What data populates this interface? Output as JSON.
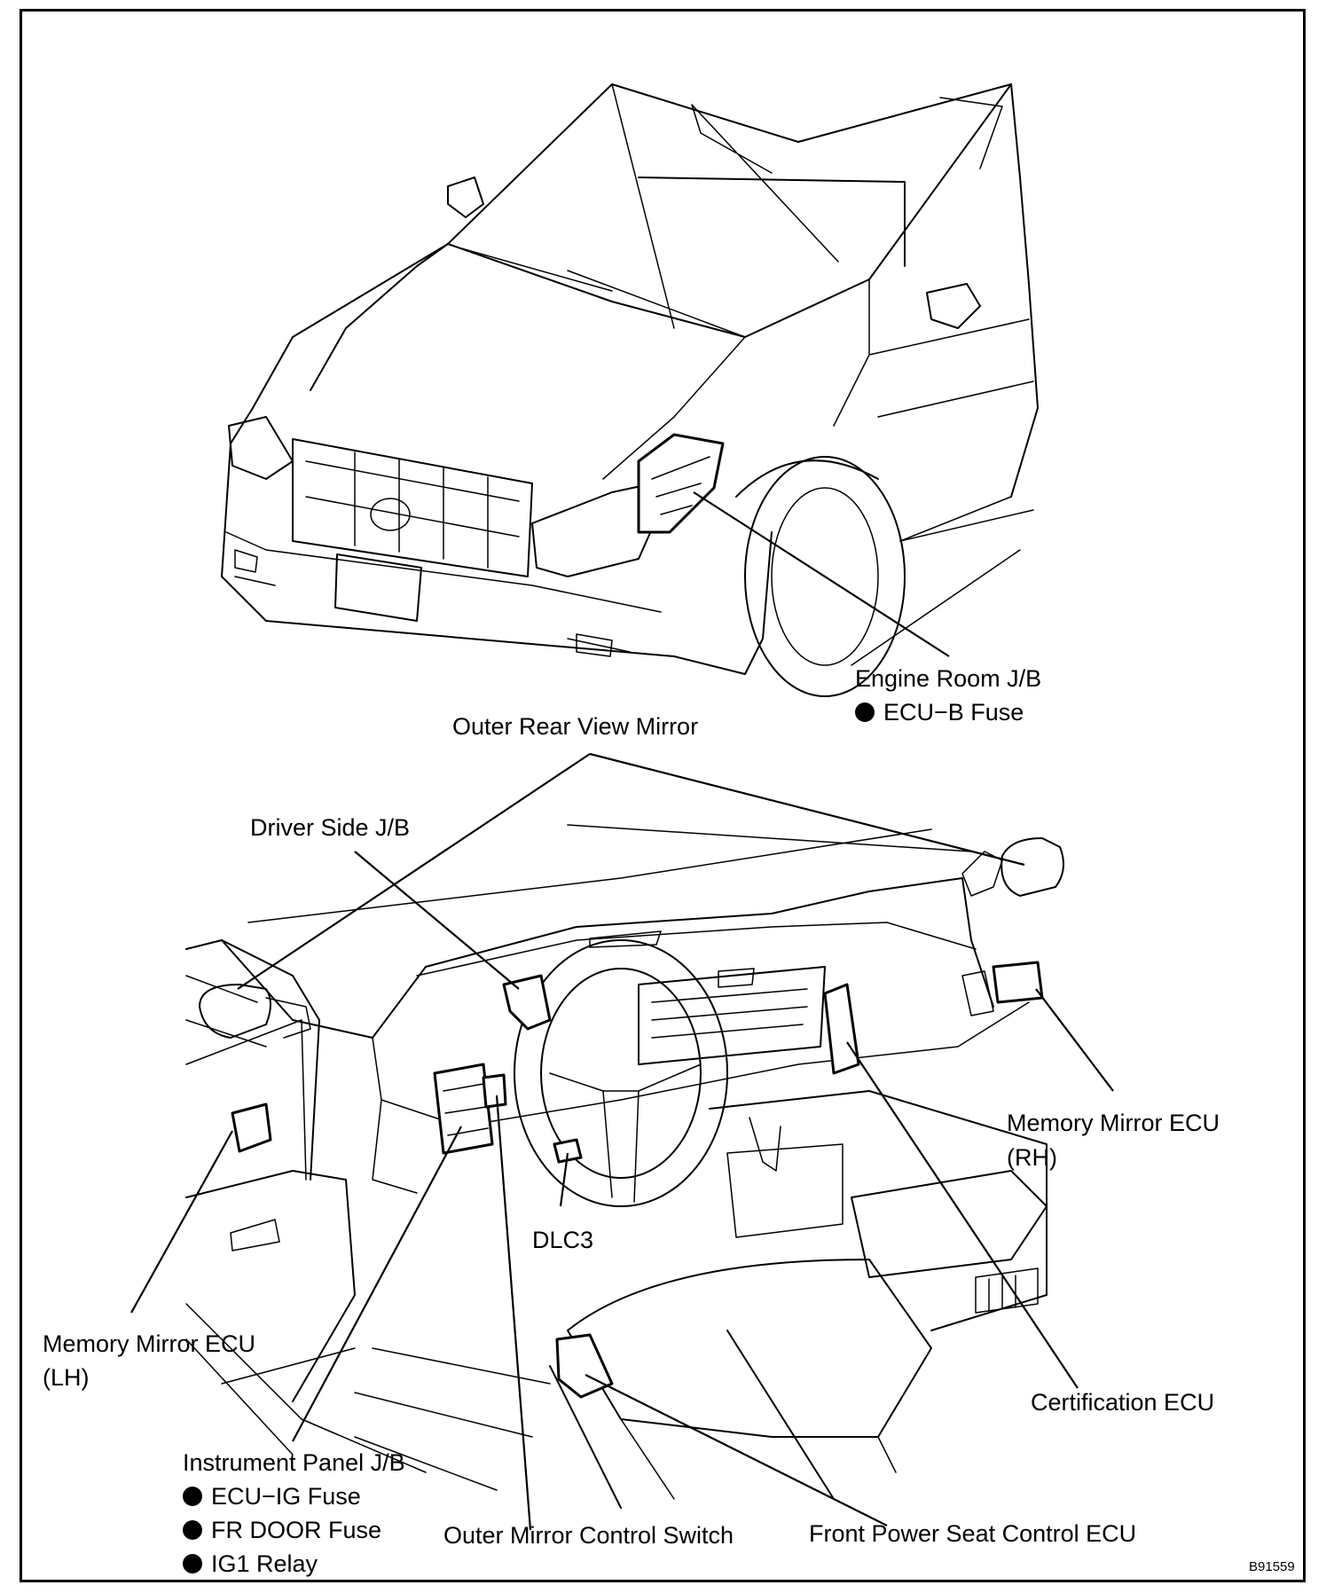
{
  "labels": {
    "engine_room_jb": "Engine Room J/B",
    "ecu_b_fuse": "ECU−B Fuse",
    "outer_rear_view_mirror": "Outer Rear View Mirror",
    "driver_side_jb": "Driver Side J/B",
    "memory_mirror_ecu_rh": "Memory Mirror ECU",
    "memory_mirror_ecu_rh_side": "(RH)",
    "memory_mirror_ecu_lh": "Memory Mirror ECU",
    "memory_mirror_ecu_lh_side": "(LH)",
    "dlc3": "DLC3",
    "certification_ecu": "Certification ECU",
    "instrument_panel_jb": "Instrument Panel J/B",
    "ecu_ig_fuse": "ECU−IG Fuse",
    "fr_door_fuse": "FR DOOR Fuse",
    "ig1_relay": "IG1 Relay",
    "outer_mirror_control_switch": "Outer Mirror Control Switch",
    "front_power_seat_control_ecu": "Front Power Seat Control ECU"
  },
  "figure_code": "B91559"
}
